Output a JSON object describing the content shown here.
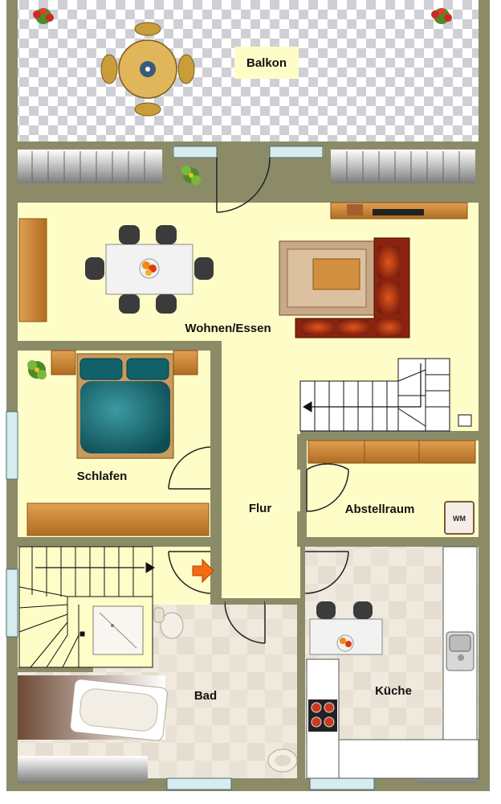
{
  "rooms": {
    "balkon": "Balkon",
    "wohnen": "Wohnen/Essen",
    "schlafen": "Schlafen",
    "flur": "Flur",
    "abstellraum": "Abstellraum",
    "bad": "Bad",
    "kueche": "Küche"
  },
  "appliances": {
    "washing_machine": "WM"
  },
  "colors": {
    "wall": "#8b8b68",
    "floor": "#fffdc7",
    "tile": "#ece6db",
    "wood": "#c98432",
    "sofa": "#8a2411",
    "bedding": "#1d6a72"
  },
  "icons": [
    "plant-icon",
    "fruit-bowl-icon",
    "chair-icon",
    "stairs-icon",
    "arrow-icon",
    "sink-icon",
    "stove-icon",
    "toilet-icon",
    "shower-icon",
    "bathtub-icon"
  ]
}
